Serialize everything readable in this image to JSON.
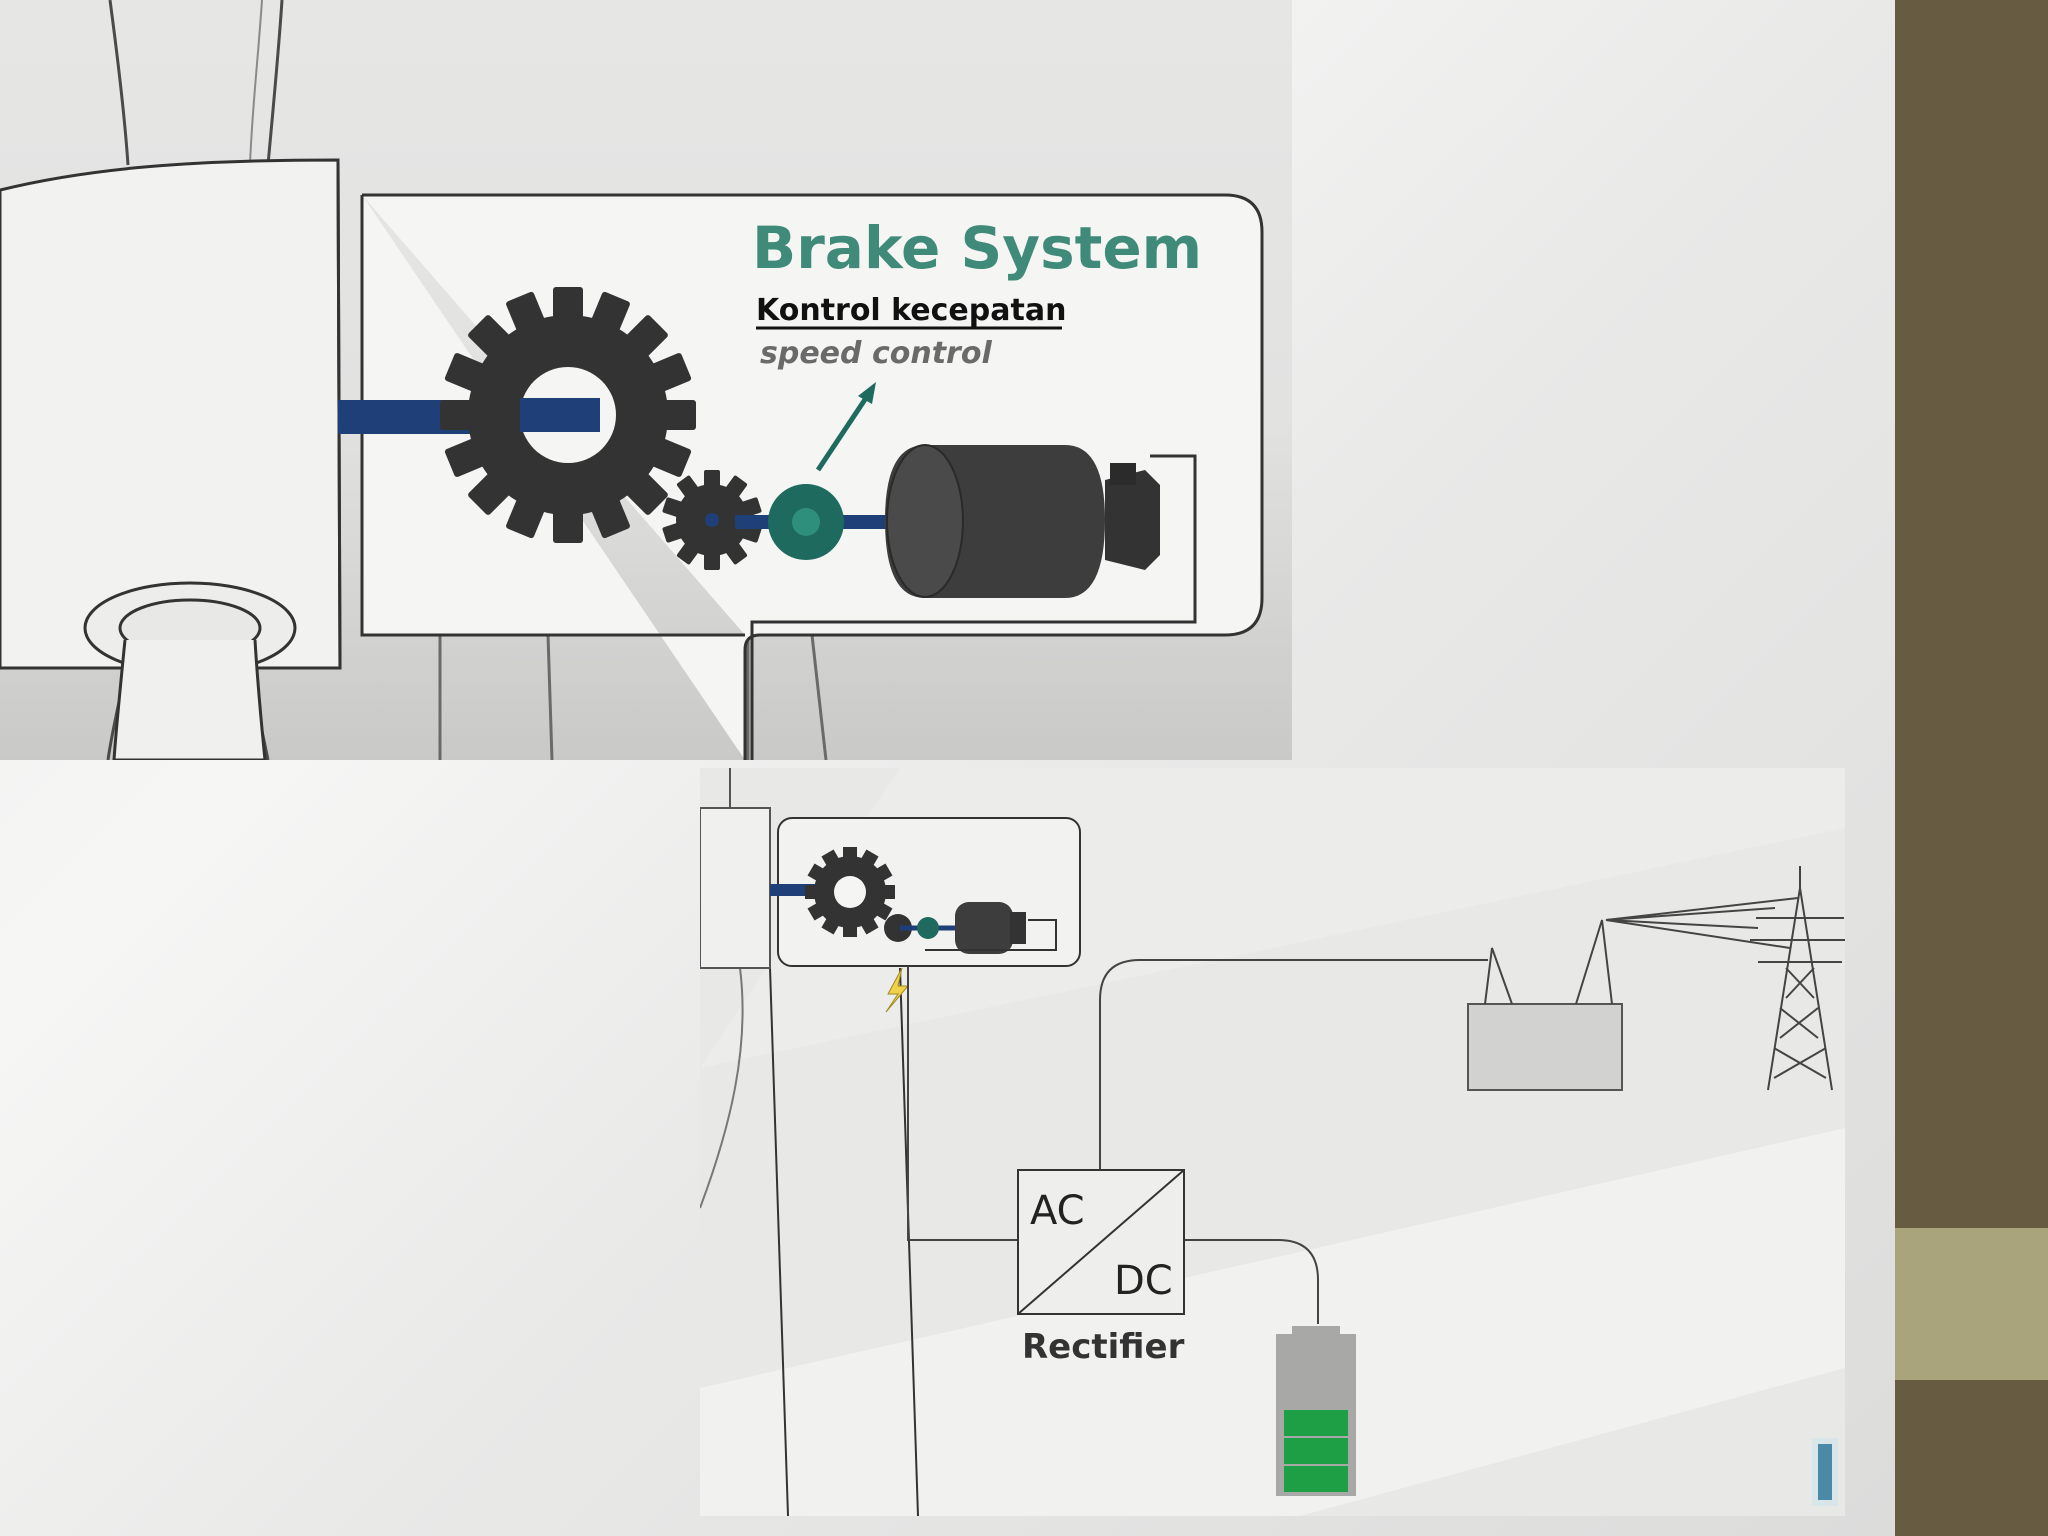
{
  "brake_panel": {
    "title": "Brake System",
    "subtitle": "Kontrol kecepatan",
    "subtitle_en": "speed control"
  },
  "grid_panel": {
    "converter_ac": "AC",
    "converter_dc": "DC",
    "converter_label": "Rectifier"
  },
  "colors": {
    "accent_teal": "#3f8a78",
    "shaft_blue": "#1e3f78",
    "gear_dark": "#333333",
    "battery_green": "#1e9e45",
    "sidebar_brown": "#675c42",
    "sidebar_accent": "#aaa47c"
  }
}
